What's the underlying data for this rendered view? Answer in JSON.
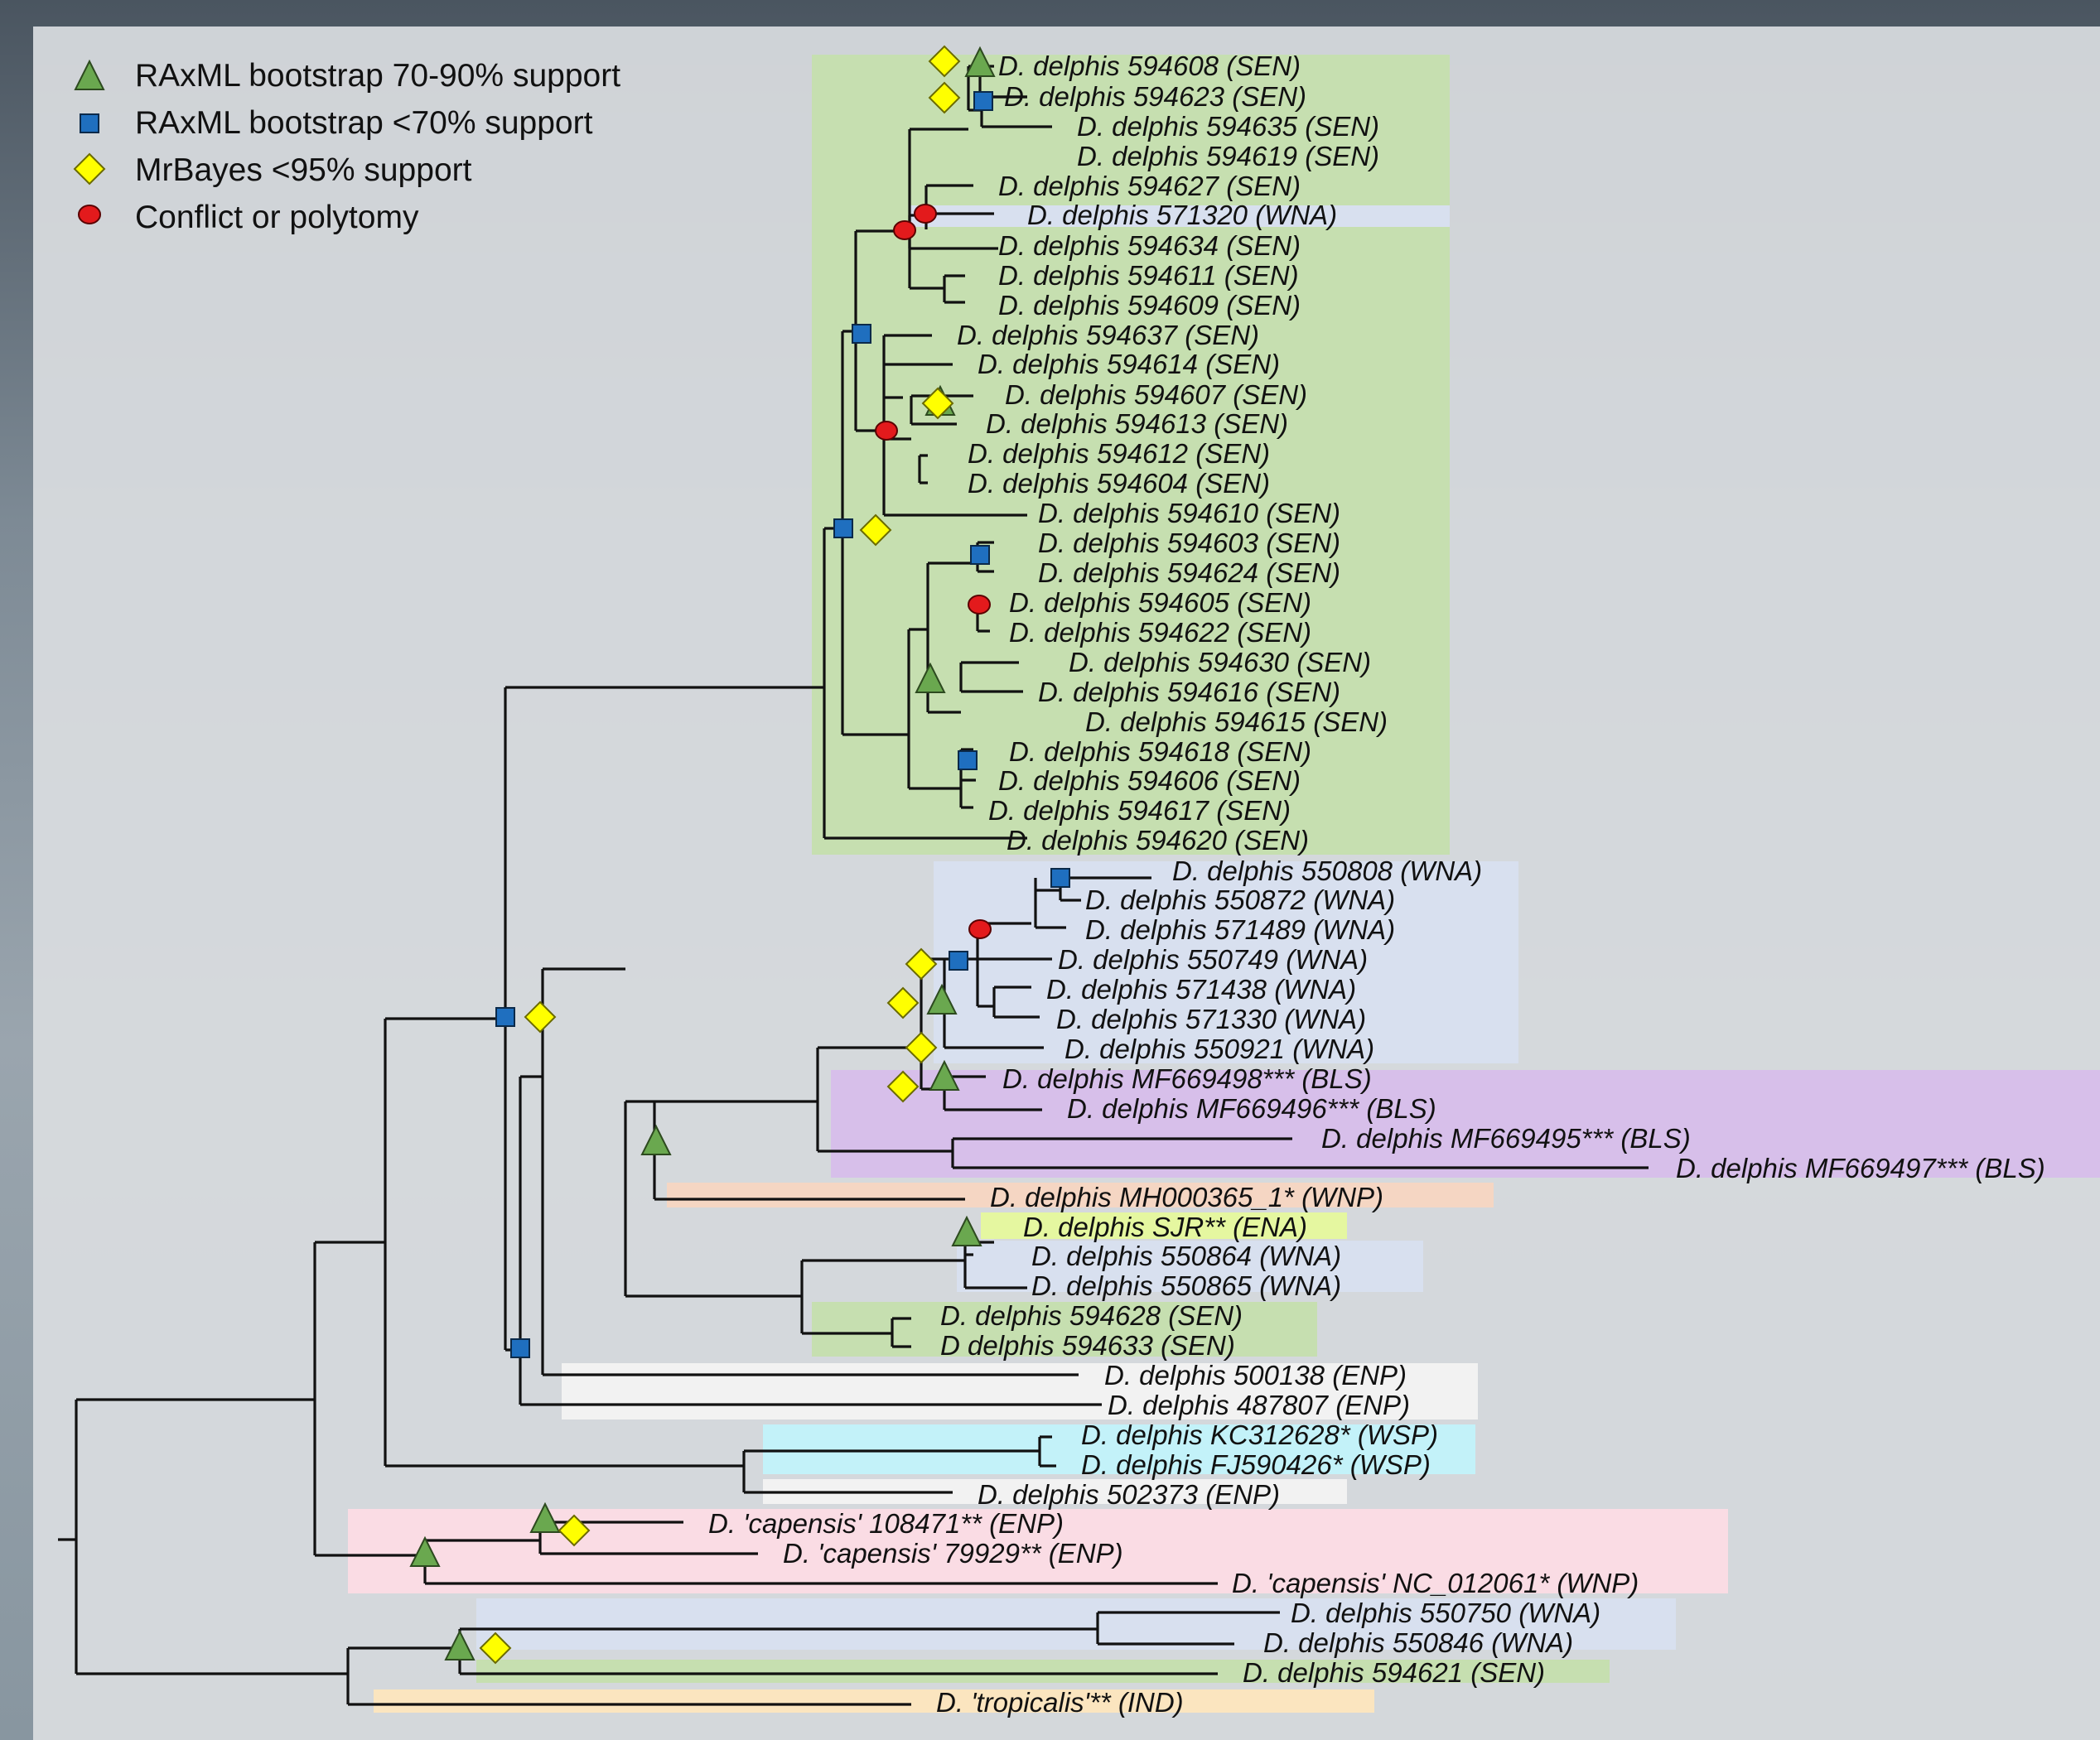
{
  "legend": [
    {
      "label": "RAxML bootstrap 70-90% support",
      "symbol": "triangle",
      "color": "#6aa84f"
    },
    {
      "label": "RAxML bootstrap <70% support",
      "symbol": "square",
      "color": "#1f6fbf"
    },
    {
      "label": "MrBayes <95% support",
      "symbol": "diamond",
      "color": "#ffff00"
    },
    {
      "label": "Conflict or polytomy",
      "symbol": "circle",
      "color": "#e31a1c"
    }
  ],
  "region_colors": {
    "SEN": "#c6dfb0",
    "WNA": "#d8e0ef",
    "BLS": "#d7bfea",
    "WNP": "#f5d6c3",
    "ENA": "#e5f7a0",
    "ENP": "#f2f2f2",
    "WSP": "#c3f2f9",
    "ENP_capensis": "#fadce4",
    "IND": "#fbe5bf"
  },
  "taxa": [
    "D. delphis 594608 (SEN)",
    "D. delphis 594623 (SEN)",
    "D. delphis 594635 (SEN)",
    "D. delphis 594619 (SEN)",
    "D. delphis 594627 (SEN)",
    "D. delphis 571320 (WNA)",
    "D. delphis 594634 (SEN)",
    "D. delphis 594611 (SEN)",
    "D. delphis 594609 (SEN)",
    "D. delphis 594637 (SEN)",
    "D. delphis 594614 (SEN)",
    "D. delphis 594607 (SEN)",
    "D. delphis 594613 (SEN)",
    "D. delphis 594612 (SEN)",
    "D. delphis 594604 (SEN)",
    "D. delphis 594610 (SEN)",
    "D. delphis 594603 (SEN)",
    "D. delphis 594624 (SEN)",
    "D. delphis 594605 (SEN)",
    "D. delphis 594622 (SEN)",
    "D. delphis 594630 (SEN)",
    "D. delphis 594616 (SEN)",
    "D. delphis 594615 (SEN)",
    "D. delphis 594618 (SEN)",
    "D. delphis 594606 (SEN)",
    "D. delphis 594617 (SEN)",
    "D. delphis 594620 (SEN)",
    "D. delphis 550808 (WNA)",
    "D. delphis 550872 (WNA)",
    "D. delphis 571489 (WNA)",
    "D. delphis 550749 (WNA)",
    "D. delphis 571438 (WNA)",
    "D. delphis 571330 (WNA)",
    "D. delphis 550921 (WNA)",
    "D. delphis MF669498*** (BLS)",
    "D. delphis MF669496*** (BLS)",
    "D. delphis MF669495*** (BLS)",
    "D. delphis MF669497*** (BLS)",
    "D. delphis MH000365_1* (WNP)",
    "D. delphis SJR** (ENA)",
    "D. delphis 550864 (WNA)",
    "D. delphis 550865 (WNA)",
    "D. delphis 594628 (SEN)",
    "D delphis 594633 (SEN)",
    "D. delphis 500138 (ENP)",
    "D. delphis 487807 (ENP)",
    "D. delphis KC312628* (WSP)",
    "D. delphis FJ590426* (WSP)",
    "D. delphis 502373 (ENP)",
    "D. 'capensis' 108471** (ENP)",
    "D. 'capensis' 79929** (ENP)",
    "D. 'capensis' NC_012061* (WNP)",
    "D. delphis 550750 (WNA)",
    "D. delphis 550846 (WNA)",
    "D. delphis 594621 (SEN)",
    "D. 'tropicalis'** (IND)"
  ]
}
